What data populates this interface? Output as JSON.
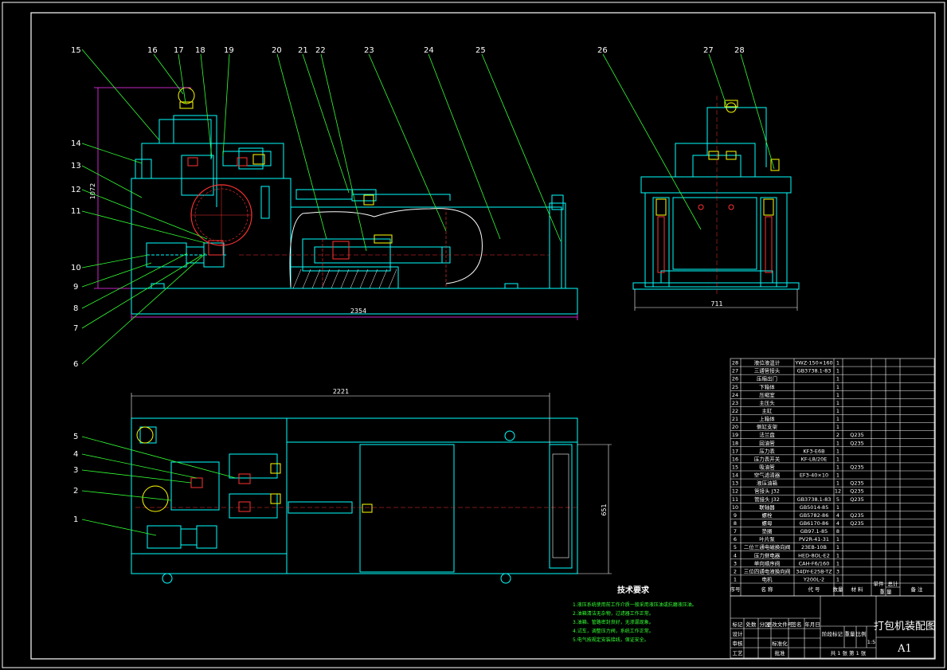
{
  "callouts": [
    "1",
    "2",
    "3",
    "4",
    "5",
    "6",
    "7",
    "8",
    "9",
    "10",
    "11",
    "12",
    "13",
    "14",
    "15",
    "16",
    "17",
    "18",
    "19",
    "20",
    "21",
    "22",
    "23",
    "24",
    "25",
    "26",
    "27",
    "28"
  ],
  "dimensions": {
    "front_width": "2354",
    "front_height": "1072",
    "side_width": "711",
    "top_width": "2221",
    "top_height": "651"
  },
  "tech_requirements": {
    "heading": "技术要求",
    "items": [
      "1.液压系统使用前工作介质一般采用液压油或抗磨液压油。",
      "2.油箱清洁无杂物，过滤器工作正常。",
      "3.油箱、管路密封良好，无渗漏现象。",
      "4.试车，调整压力阀，系统工作正常。",
      "5.电气按规定安装接线，保证安全。"
    ]
  },
  "parts_table": {
    "rows": [
      {
        "no": "28",
        "name": "液位液温计",
        "spec": "YWZ-150×160",
        "qty": "1",
        "mat": ""
      },
      {
        "no": "27",
        "name": "三通管接头",
        "spec": "GB3738.1-83",
        "qty": "1",
        "mat": ""
      },
      {
        "no": "26",
        "name": "压缩出门",
        "spec": "",
        "qty": "1",
        "mat": ""
      },
      {
        "no": "25",
        "name": "下箱体",
        "spec": "",
        "qty": "1",
        "mat": ""
      },
      {
        "no": "24",
        "name": "压缩室",
        "spec": "",
        "qty": "1",
        "mat": ""
      },
      {
        "no": "23",
        "name": "主压头",
        "spec": "",
        "qty": "1",
        "mat": ""
      },
      {
        "no": "22",
        "name": "主缸",
        "spec": "",
        "qty": "1",
        "mat": ""
      },
      {
        "no": "21",
        "name": "上箱体",
        "spec": "",
        "qty": "1",
        "mat": ""
      },
      {
        "no": "20",
        "name": "侧缸支架",
        "spec": "",
        "qty": "1",
        "mat": ""
      },
      {
        "no": "19",
        "name": "法兰盘",
        "spec": "",
        "qty": "2",
        "mat": "Q235"
      },
      {
        "no": "18",
        "name": "回油管",
        "spec": "",
        "qty": "1",
        "mat": "Q235"
      },
      {
        "no": "17",
        "name": "压力表",
        "spec": "KF3-E6B",
        "qty": "1",
        "mat": ""
      },
      {
        "no": "16",
        "name": "压力表开关",
        "spec": "KF-L8/20E",
        "qty": "1",
        "mat": ""
      },
      {
        "no": "15",
        "name": "吸油管",
        "spec": "",
        "qty": "1",
        "mat": "Q235"
      },
      {
        "no": "14",
        "name": "空气滤清器",
        "spec": "EF3-40×10",
        "qty": "1",
        "mat": ""
      },
      {
        "no": "13",
        "name": "液压油箱",
        "spec": "",
        "qty": "1",
        "mat": "Q235"
      },
      {
        "no": "12",
        "name": "管接头 J32",
        "spec": "",
        "qty": "12",
        "mat": "Q235"
      },
      {
        "no": "11",
        "name": "管接头 J32",
        "spec": "GB3738.1-83",
        "qty": "5",
        "mat": "Q235"
      },
      {
        "no": "10",
        "name": "联轴器",
        "spec": "GB5014-85",
        "qty": "1",
        "mat": ""
      },
      {
        "no": "9",
        "name": "螺栓",
        "spec": "GB5782-86",
        "qty": "4",
        "mat": "Q235"
      },
      {
        "no": "8",
        "name": "螺母",
        "spec": "GB6170-86",
        "qty": "4",
        "mat": "Q235"
      },
      {
        "no": "7",
        "name": "垫圈",
        "spec": "GB97.1-85",
        "qty": "8",
        "mat": ""
      },
      {
        "no": "6",
        "name": "叶片泵",
        "spec": "PV2R-41-31",
        "qty": "1",
        "mat": ""
      },
      {
        "no": "5",
        "name": "二位三通电磁换向阀",
        "spec": "23EB-10B",
        "qty": "1",
        "mat": ""
      },
      {
        "no": "4",
        "name": "压力继电器",
        "spec": "HED-8OL-E2",
        "qty": "1",
        "mat": ""
      },
      {
        "no": "3",
        "name": "单向顺序阀",
        "spec": "CAH-F6/160",
        "qty": "1",
        "mat": ""
      },
      {
        "no": "2",
        "name": "三位四通电液换向阀",
        "spec": "34DY-E25B-TZ",
        "qty": "3",
        "mat": ""
      },
      {
        "no": "1",
        "name": "电机",
        "spec": "Y200L-2",
        "qty": "1",
        "mat": ""
      }
    ],
    "header": {
      "no": "序号",
      "name": "名 称",
      "spec": "代 号",
      "qty": "数量",
      "mat": "材 料",
      "unit_weight": "单件",
      "total_weight": "总计",
      "weight": "重 量",
      "note": "备 注"
    }
  },
  "title_block": {
    "drawing_title": "打包机装配图",
    "sheet_size": "A1",
    "scale": "1:5",
    "sheet_info": "共 1 张 第 1 张",
    "rows": [
      "标记",
      "设计",
      "审核",
      "工艺"
    ],
    "cols": [
      "处数",
      "分区",
      "更改文件号",
      "签名",
      "年月日"
    ],
    "labels": {
      "stage": "阶段标记",
      "weight": "重量",
      "ratio": "比例",
      "std": "标准化",
      "approve": "批准"
    }
  },
  "colors": {
    "cyan": "#00ffff",
    "green": "#33ff33",
    "magenta": "#ff33ff",
    "red": "#ff3333",
    "yellow": "#ffff00",
    "white": "#ffffff"
  }
}
